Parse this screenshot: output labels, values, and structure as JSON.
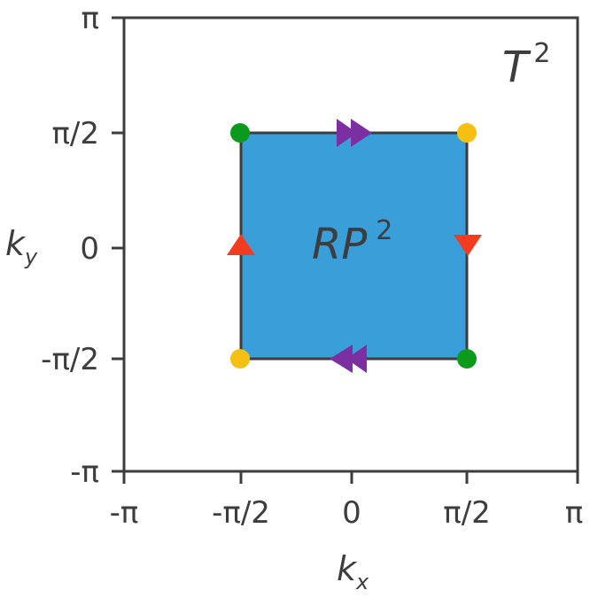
{
  "diagram": {
    "outer_label": {
      "main": "T",
      "sup": "2"
    },
    "inner_label": {
      "main": "RP",
      "sup": "2"
    },
    "x_axis": {
      "label_main": "k",
      "label_sub": "x",
      "ticks": [
        "-π",
        "-π/2",
        "0",
        "π/2",
        "π"
      ]
    },
    "y_axis": {
      "label_main": "k",
      "label_sub": "y",
      "ticks": [
        "π",
        "π/2",
        "0",
        "-π/2",
        "-π"
      ]
    },
    "colors": {
      "frame": "#3d3d3d",
      "square_fill": "#3a9fd9",
      "green": "#0b9a1b",
      "yellow": "#f6c013",
      "purple": "#7b2fa0",
      "red": "#f23b1f"
    }
  }
}
